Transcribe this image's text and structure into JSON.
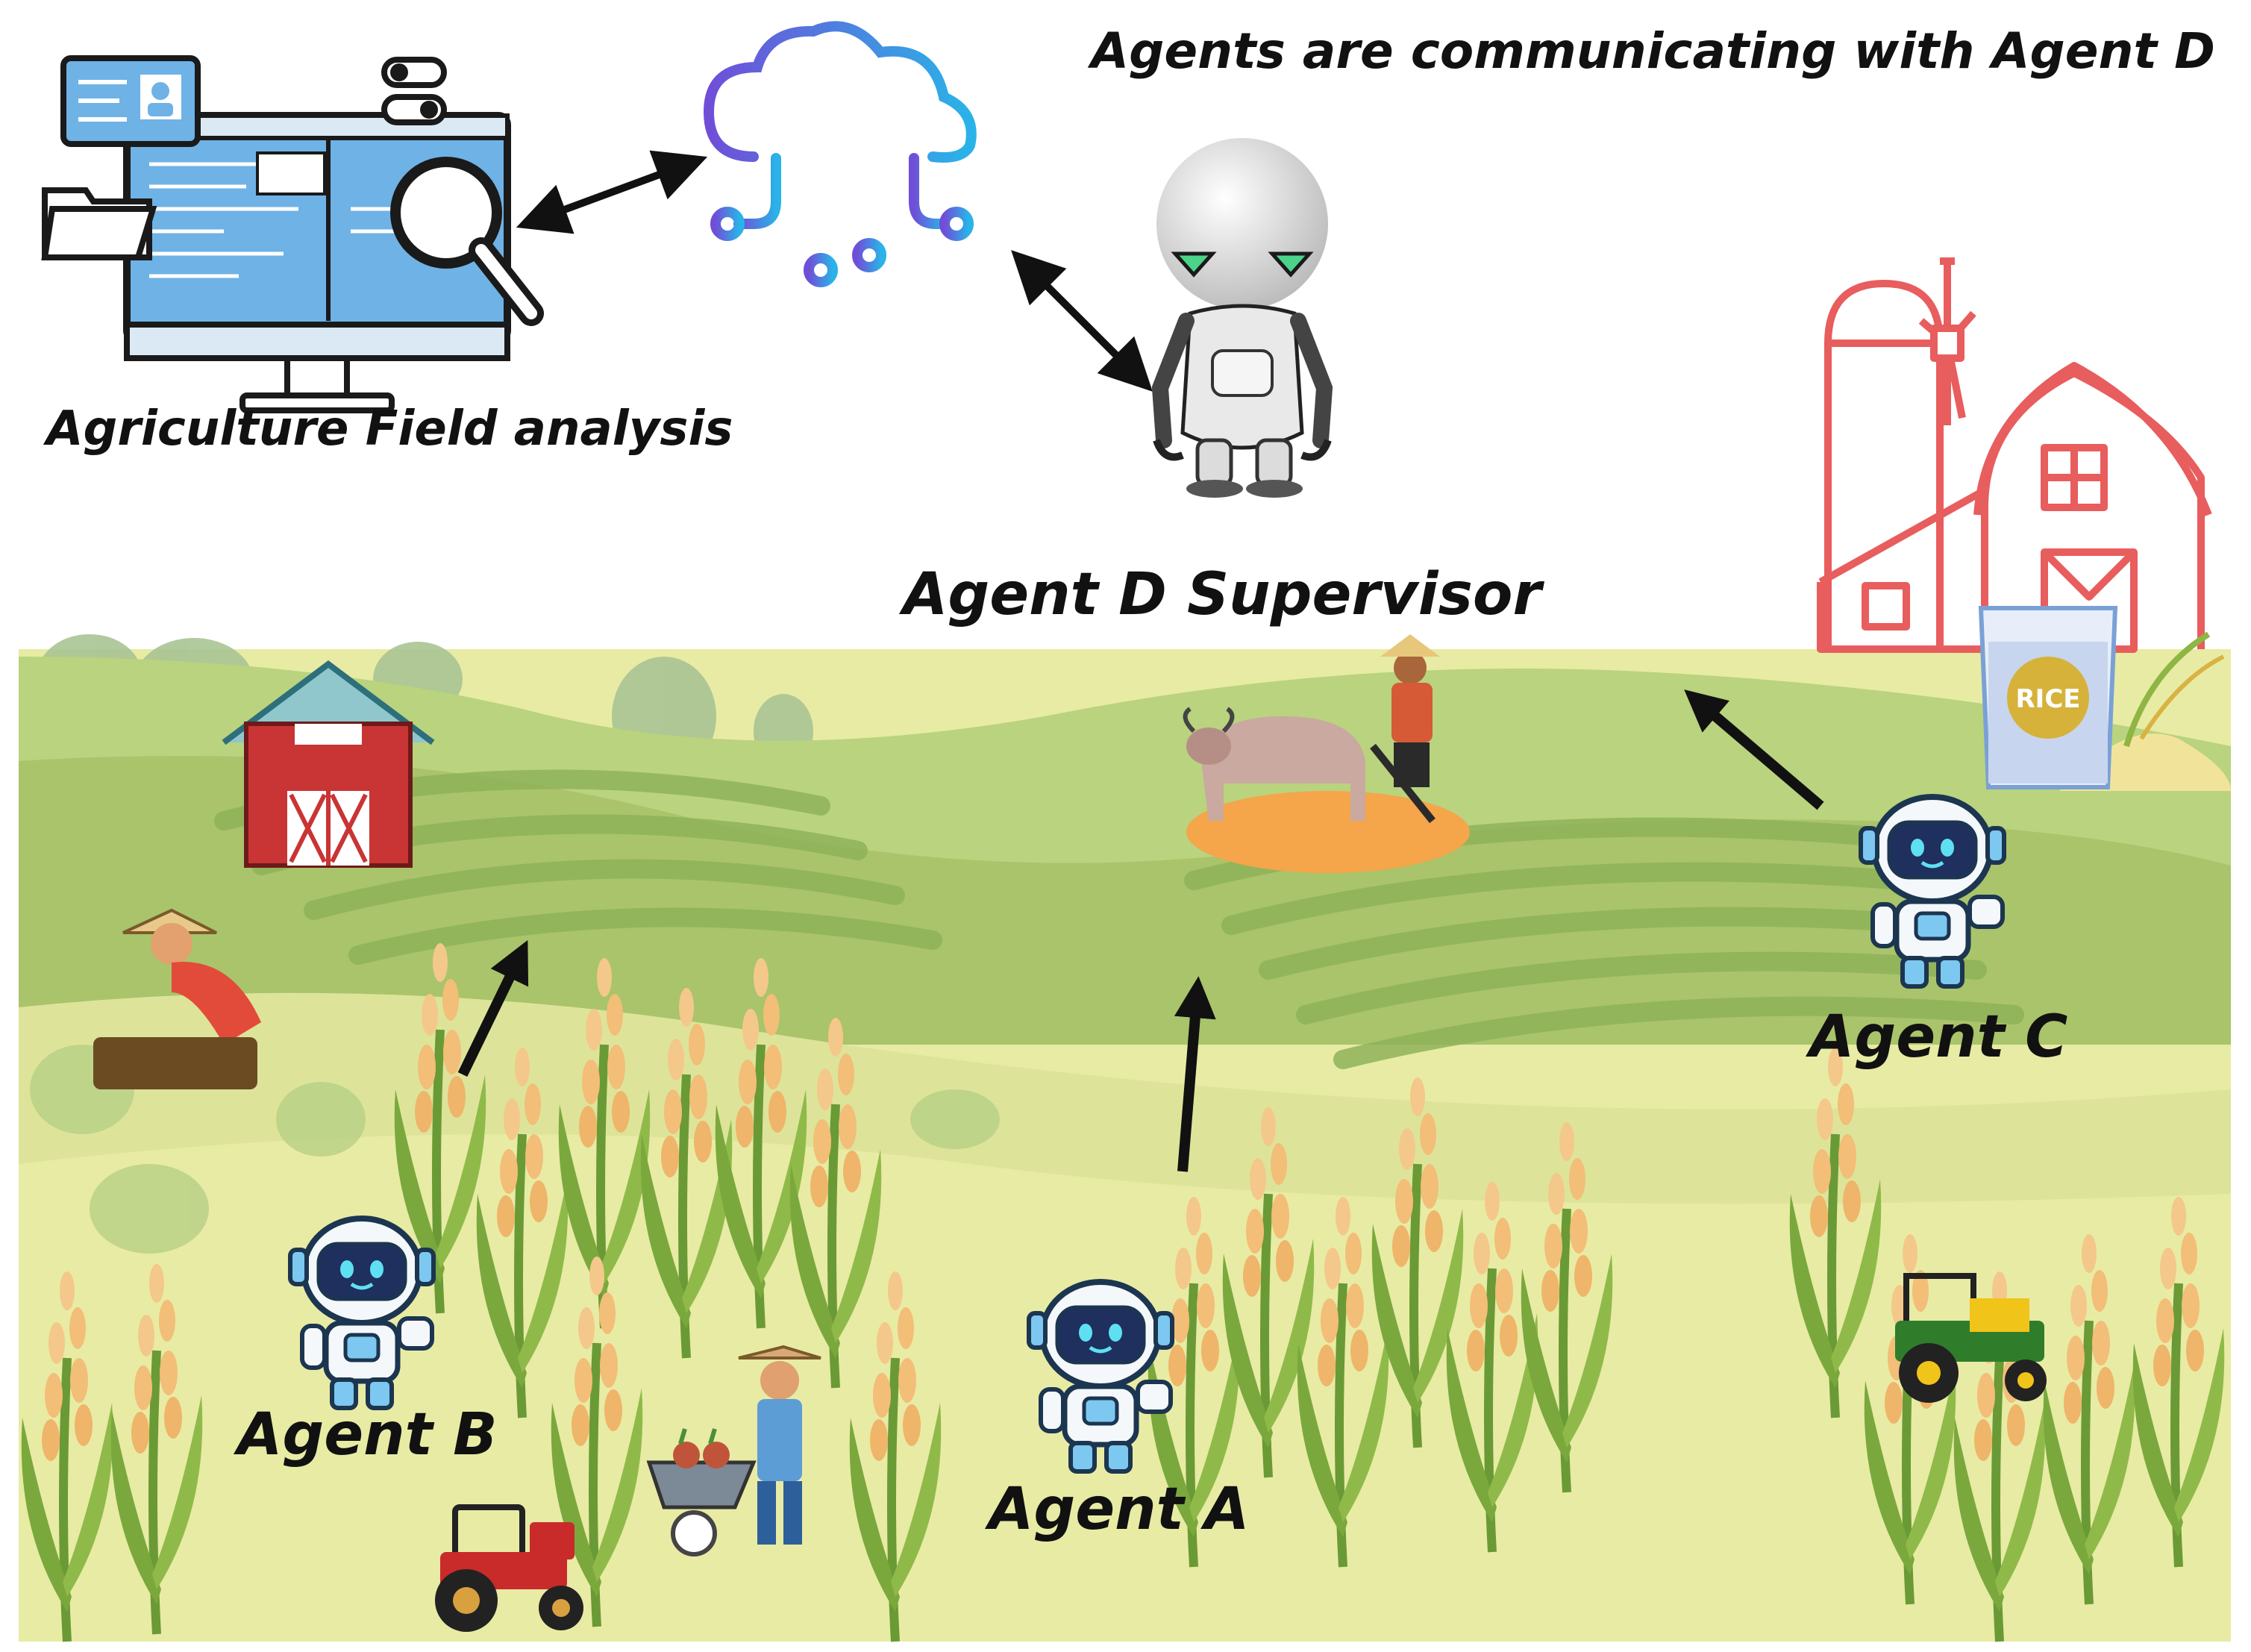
{
  "labels": {
    "title": "Agents are communicating with Agent D",
    "field_analysis": "Agriculture Field analysis",
    "supervisor": "Agent D Supervisor",
    "agent_a": "Agent A",
    "agent_b": "Agent B",
    "agent_c": "Agent C",
    "rice_bag": "RICE"
  },
  "icons": {
    "computer": "monitor-analytics-icon",
    "cloud": "cloud-network-icon",
    "supervisor": "robot-supervisor-icon",
    "agent": "robot-agent-icon",
    "farm": "farm-outline-icon"
  },
  "colors": {
    "arrow": "#111111",
    "cloud_left": "#6f4fd8",
    "cloud_right": "#2ab3e8",
    "farm_outline": "#e85d5d",
    "field_light": "#e8eba4",
    "field_green": "#a9c46a",
    "crop_stalk": "#6a9a35",
    "crop_grain": "#f2be78",
    "monitor_screen": "#6fb2e6"
  }
}
